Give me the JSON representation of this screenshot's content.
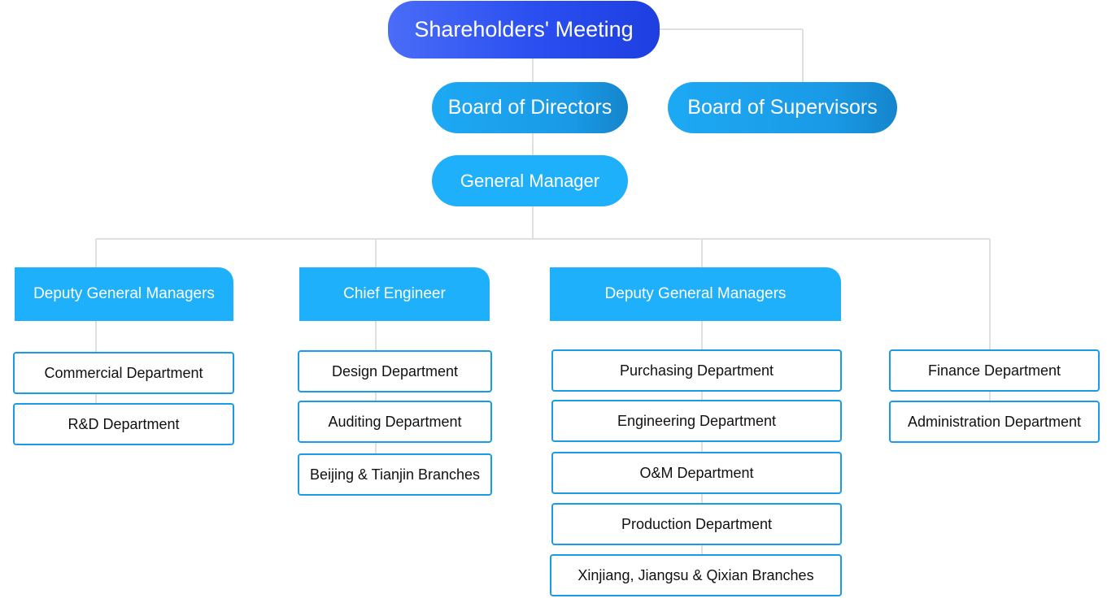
{
  "chart": {
    "top": "Shareholders' Meeting",
    "board_directors": "Board of Directors",
    "board_supervisors": "Board of Supervisors",
    "general_manager": "General Manager",
    "groups": [
      {
        "head": "Deputy General Managers",
        "departments": [
          "Commercial Department",
          "R&D Department"
        ]
      },
      {
        "head": "Chief Engineer",
        "departments": [
          "Design Department",
          "Auditing Department",
          "Beijing & Tianjin Branches"
        ]
      },
      {
        "head": "Deputy General Managers",
        "departments": [
          "Purchasing Department",
          "Engineering Department",
          "O&M Department",
          "Production Department",
          "Xinjiang, Jiangsu & Qixian Branches"
        ]
      },
      {
        "head": "",
        "departments": [
          "Finance Department",
          "Administration Department"
        ]
      }
    ]
  },
  "colors": {
    "connector": "#e0e0e0",
    "top_gradient": [
      "#4a6cf7",
      "#1e3fe0"
    ],
    "mid_gradient": [
      "#1da9f4",
      "#1585cc"
    ],
    "accent": "#1fb0fb",
    "dept_border": "#1a9be8"
  }
}
